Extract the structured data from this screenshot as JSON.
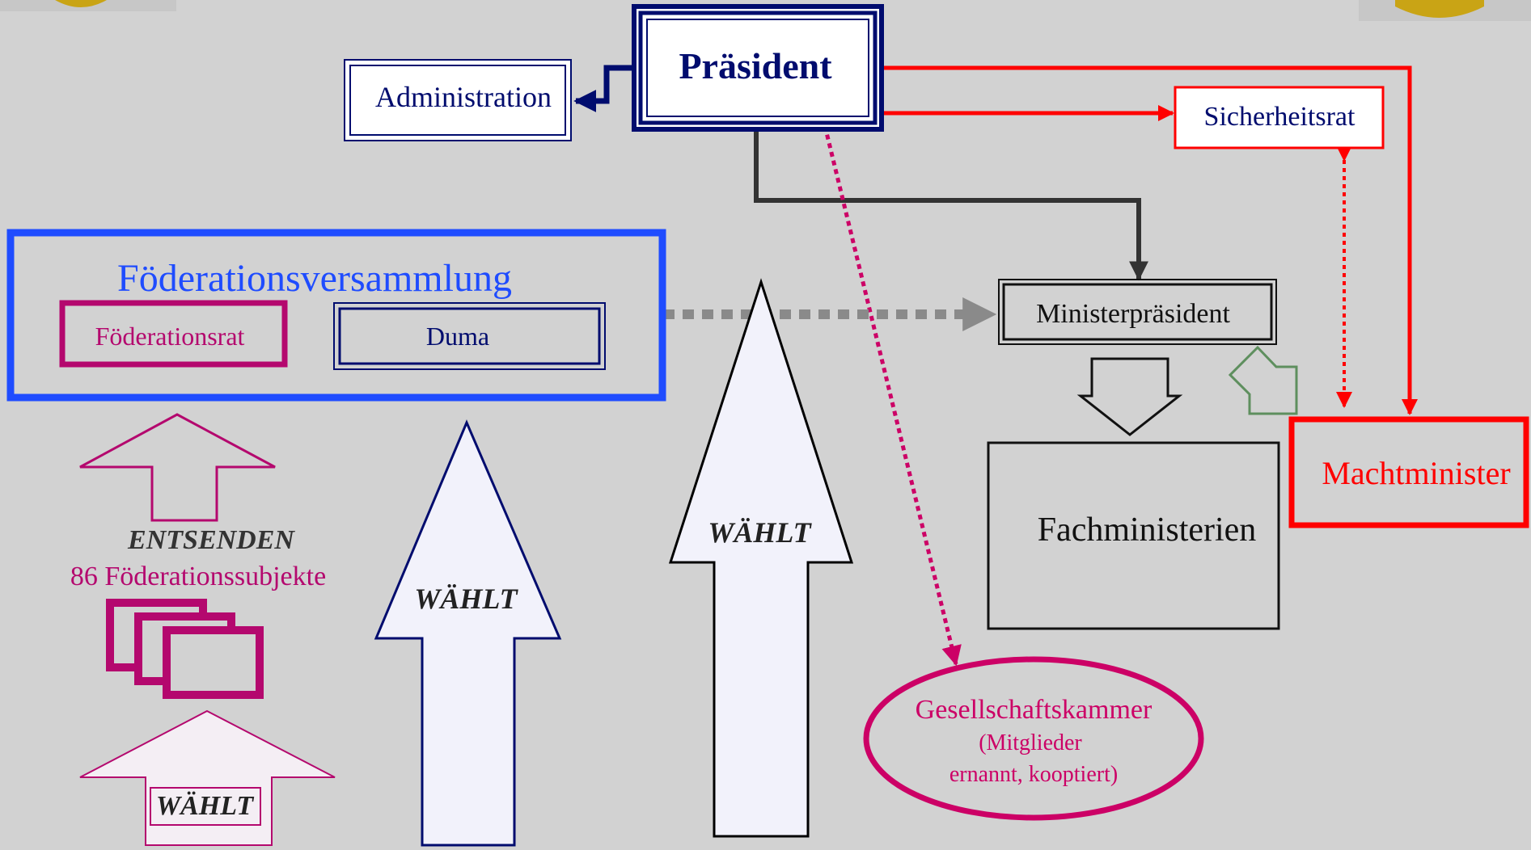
{
  "title": "",
  "nodes": {
    "praesident": "Präsident",
    "administration": "Administration",
    "sicherheitsrat": "Sicherheitsrat",
    "foederationsversammlung": "Föderationsversammlung",
    "foederationsrat": "Föderationsrat",
    "duma": "Duma",
    "ministerpraesident": "Ministerpräsident",
    "fachministerien": "Fachministerien",
    "machtminister": "Machtminister",
    "gesellschaftskammer": "Gesellschaftskammer",
    "gesellschaftskammer_note_1": "(Mitglieder",
    "gesellschaftskammer_note_2": "ernannt, kooptiert)"
  },
  "labels": {
    "entsenden": "ENTSENDEN",
    "subjekte": "86 Föderationssubjekte",
    "waehlt": "WÄHLT"
  },
  "colors": {
    "background": "#d2d2d2",
    "navy": "#000c6e",
    "blue": "#1f4cff",
    "red": "#ff0000",
    "magenta": "#b4086e",
    "crimson": "#cc0066",
    "gray_arrow": "#8a8a8a",
    "green_arrow": "#5e8f5e",
    "arrow_fill": "#f2f2fb"
  }
}
